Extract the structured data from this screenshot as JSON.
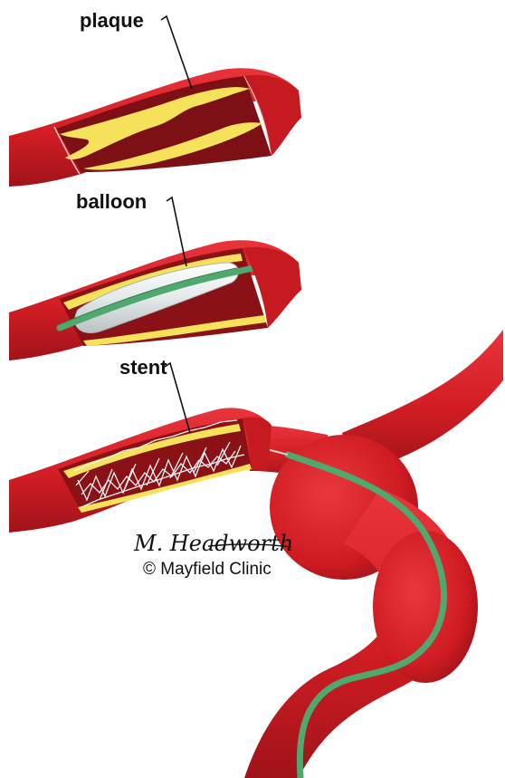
{
  "labels": {
    "plaque": "plaque",
    "balloon": "balloon",
    "stent": "stent"
  },
  "credit": {
    "signature": "M. Headworth",
    "copyright": "© Mayfield Clinic"
  },
  "colors": {
    "artery": "#d61f26",
    "artery_dark": "#9e1218",
    "lumen": "#7a1014",
    "plaque": "#f7e35a",
    "balloon": "#eef2f3",
    "catheter": "#4fa86e",
    "stent_wire": "#f4f4f4"
  }
}
